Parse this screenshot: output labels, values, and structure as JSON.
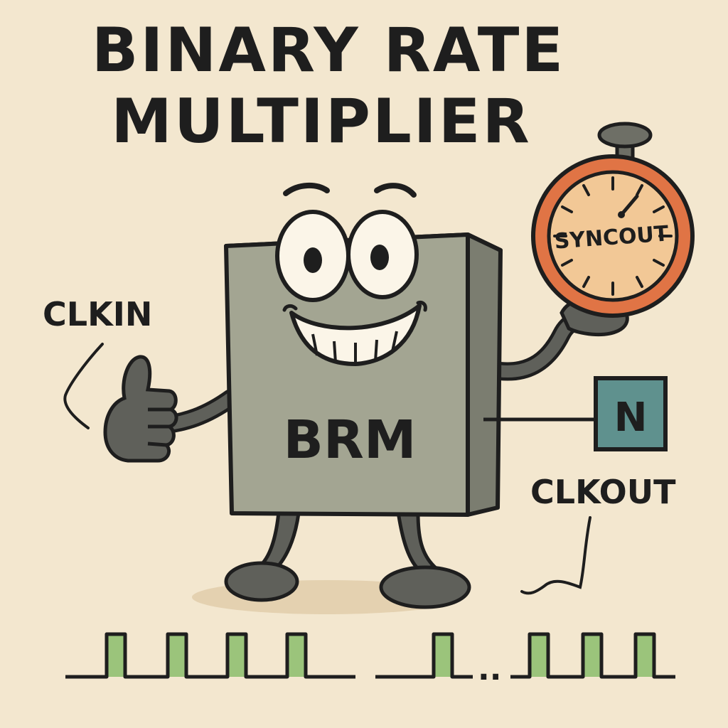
{
  "title": {
    "line1": "BINARY RATE",
    "line2": "MULTIPLIER"
  },
  "labels": {
    "clkin": "CLKIN",
    "clkout": "CLKOUT",
    "syncout": "SYNCOUT",
    "brm": "BRM",
    "n": "N",
    "ellipsis": ".."
  },
  "colors": {
    "background": "#f3e7cf",
    "chip_front": "#a3a592",
    "chip_side": "#7b7d70",
    "stopwatch_ring": "#e07445",
    "stopwatch_face": "#f2c896",
    "n_box": "#5f918e",
    "pulse_fill": "#9bc47b",
    "ink": "#1e1e1e"
  }
}
